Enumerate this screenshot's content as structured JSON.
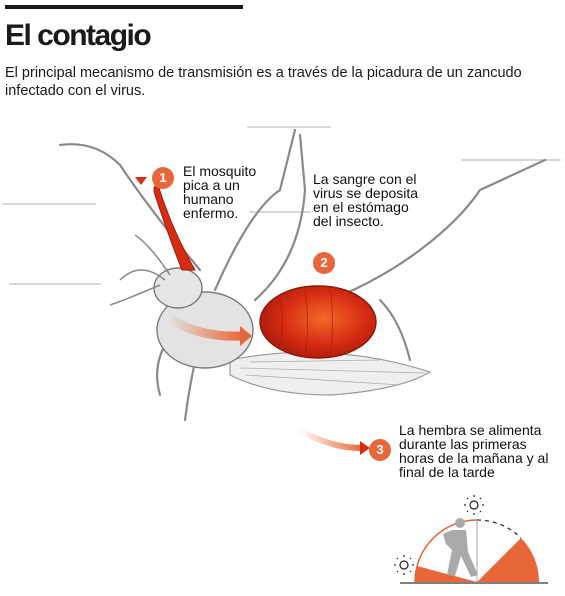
{
  "header": {
    "title": "El contagio",
    "intro": "El principal mecanismo de transmisión es a través de la picadura de un zancudo infectado con el virus."
  },
  "steps": [
    {
      "number": "1",
      "text": "El mosquito pica a un humano enfermo."
    },
    {
      "number": "2",
      "text": "La sangre con el virus se deposita en el estómago del insecto."
    },
    {
      "number": "3",
      "text": "La hembra  se alimenta durante las primeras horas de la mañana y al final de la tarde"
    }
  ],
  "icons": {
    "sun": "sun-icon",
    "runner": "runner-icon",
    "mosquito": "mosquito-illustration"
  },
  "colors": {
    "accent": "#e8673a",
    "blood": "#d42a12",
    "text": "#1a1a1a"
  }
}
